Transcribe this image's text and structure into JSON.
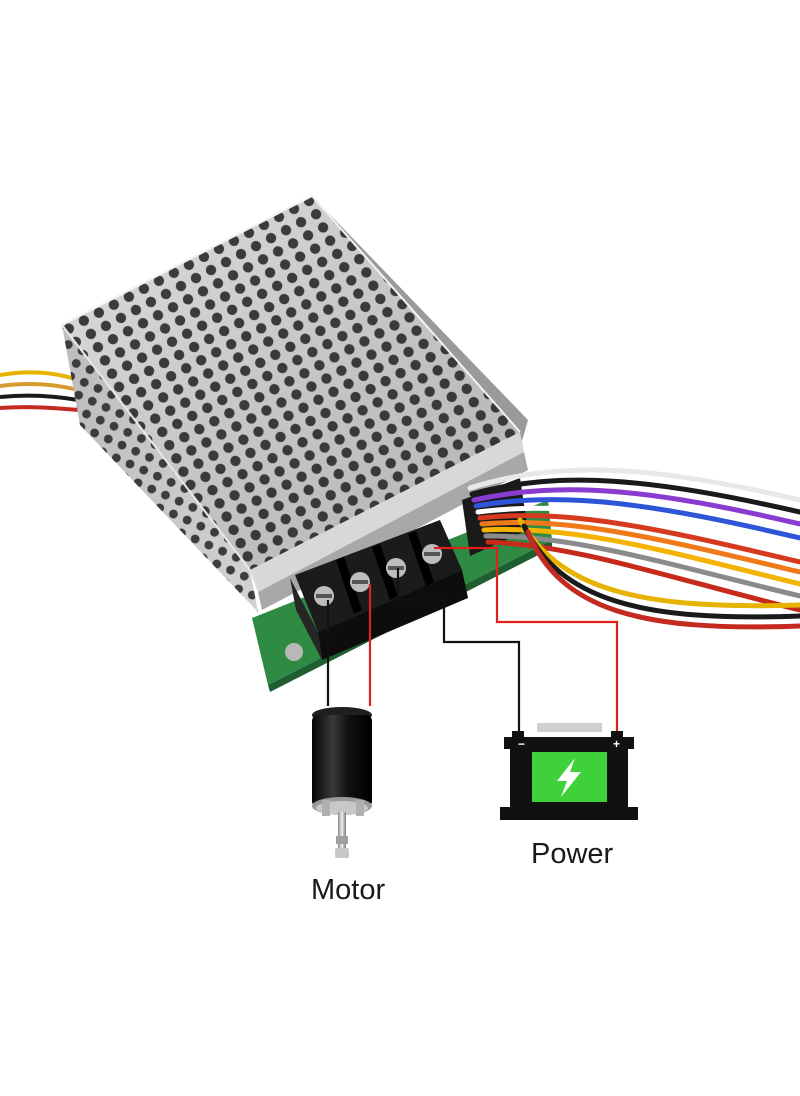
{
  "labels": {
    "motor": "Motor",
    "power": "Power"
  },
  "battery": {
    "negative_terminal": "−",
    "positive_terminal": "+"
  },
  "colors": {
    "background": "#ffffff",
    "wire_red": "#e0201c",
    "wire_black": "#111111",
    "battery_body": "#111111",
    "battery_screen": "#3fd13a",
    "housing_metal": "#c9c9c9",
    "pcb_green": "#2f8a44"
  },
  "components": {
    "controller": "motor-speed-controller",
    "terminal_block": "terminal-block",
    "motor": "dc-motor",
    "battery": "battery",
    "battery_symbol": "lightning-bolt-icon"
  }
}
